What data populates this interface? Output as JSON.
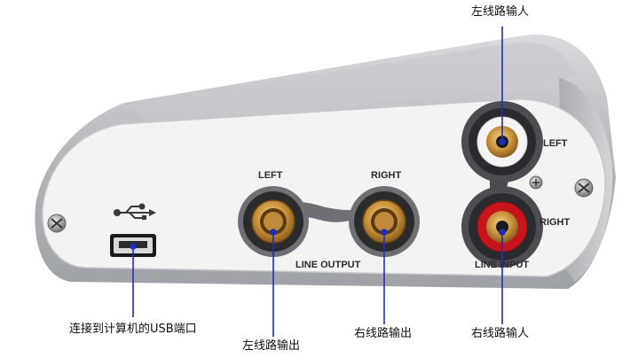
{
  "panel": {
    "line_output": {
      "left_label": "LEFT",
      "right_label": "RIGHT",
      "section_label": "LINE OUTPUT"
    },
    "line_input": {
      "left_label": "LEFT",
      "right_label": "RIGHT",
      "section_label": "LINE INPUT"
    }
  },
  "callouts": {
    "usb_port": "连接到计算机的USB端口",
    "line_out_left": "左线路输出",
    "line_out_right": "右线路输出",
    "line_in_left": "左线路输人",
    "line_in_right": "右线路输人"
  },
  "colors": {
    "callout_line": "#1e2fbf",
    "panel_face": "#f3f3f3",
    "chassis": "#b9bcc0",
    "rca_right_ring": "#c8141c",
    "gold_jack": "#d7a040"
  }
}
